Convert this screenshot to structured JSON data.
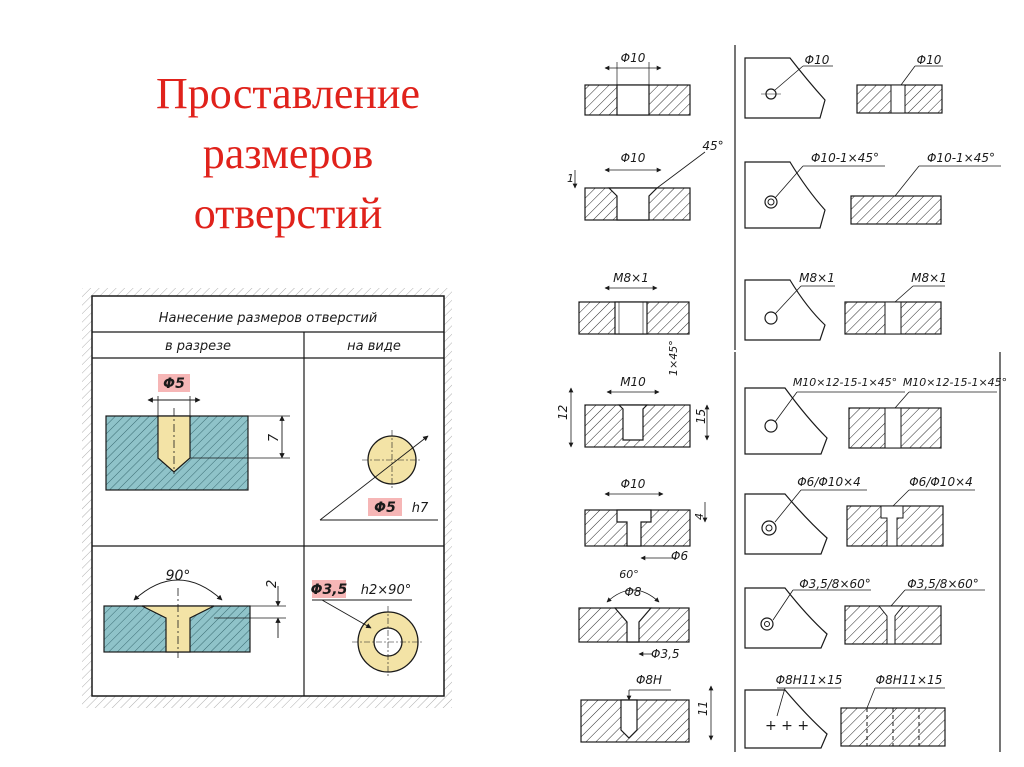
{
  "title_lines": [
    "Проставление",
    "размеров",
    "отверстий"
  ],
  "table": {
    "header": "Нанесение размеров отверстий",
    "col_section": "в разрезе",
    "col_view": "на виде",
    "row1": {
      "diameter": "Φ5",
      "depth": "7",
      "view_diameter": "Φ5",
      "view_tolerance": "h7"
    },
    "row2": {
      "angle": "90°",
      "depth": "2",
      "view_diameter": "Φ3,5",
      "view_spec": "h2×90°"
    }
  },
  "examples": [
    {
      "section_label": "Φ10",
      "view_label": "Φ10",
      "section2_label": "Φ10"
    },
    {
      "section_label": "Φ10",
      "chamfer_angle": "45°",
      "chamfer_depth": "1",
      "view_label": "Φ10-1×45°",
      "section2_label": "Φ10-1×45°"
    },
    {
      "section_label": "M8×1",
      "view_label": "M8×1",
      "section2_label": "M8×1"
    },
    {
      "section_label": "M10",
      "chamfer": "1×45°",
      "depth_total": "12",
      "thread_depth": "15",
      "view_label": "M10×12-15-1×45°",
      "section2_label": "M10×12-15-1×45°"
    },
    {
      "section_label": "Φ10",
      "lower_label": "Φ6",
      "depth": "4",
      "view_label": "Φ6/Φ10×4",
      "section2_label": "Φ6/Φ10×4"
    },
    {
      "section_label": "Φ8",
      "angle": "60°",
      "lower_label": "Φ3,5",
      "view_label": "Φ3,5/8×60°",
      "section2_label": "Φ3,5/8×60°"
    },
    {
      "section_label": "Φ8H",
      "depth": "11",
      "view_label": "Φ8H11×15",
      "section2_label": "Φ8H11×15"
    }
  ],
  "colors": {
    "title": "#e0221b",
    "metal": "#8fc3c9",
    "hole": "#f3e3a6",
    "highlight": "#f6b6b6",
    "line": "#1a1a1a"
  }
}
